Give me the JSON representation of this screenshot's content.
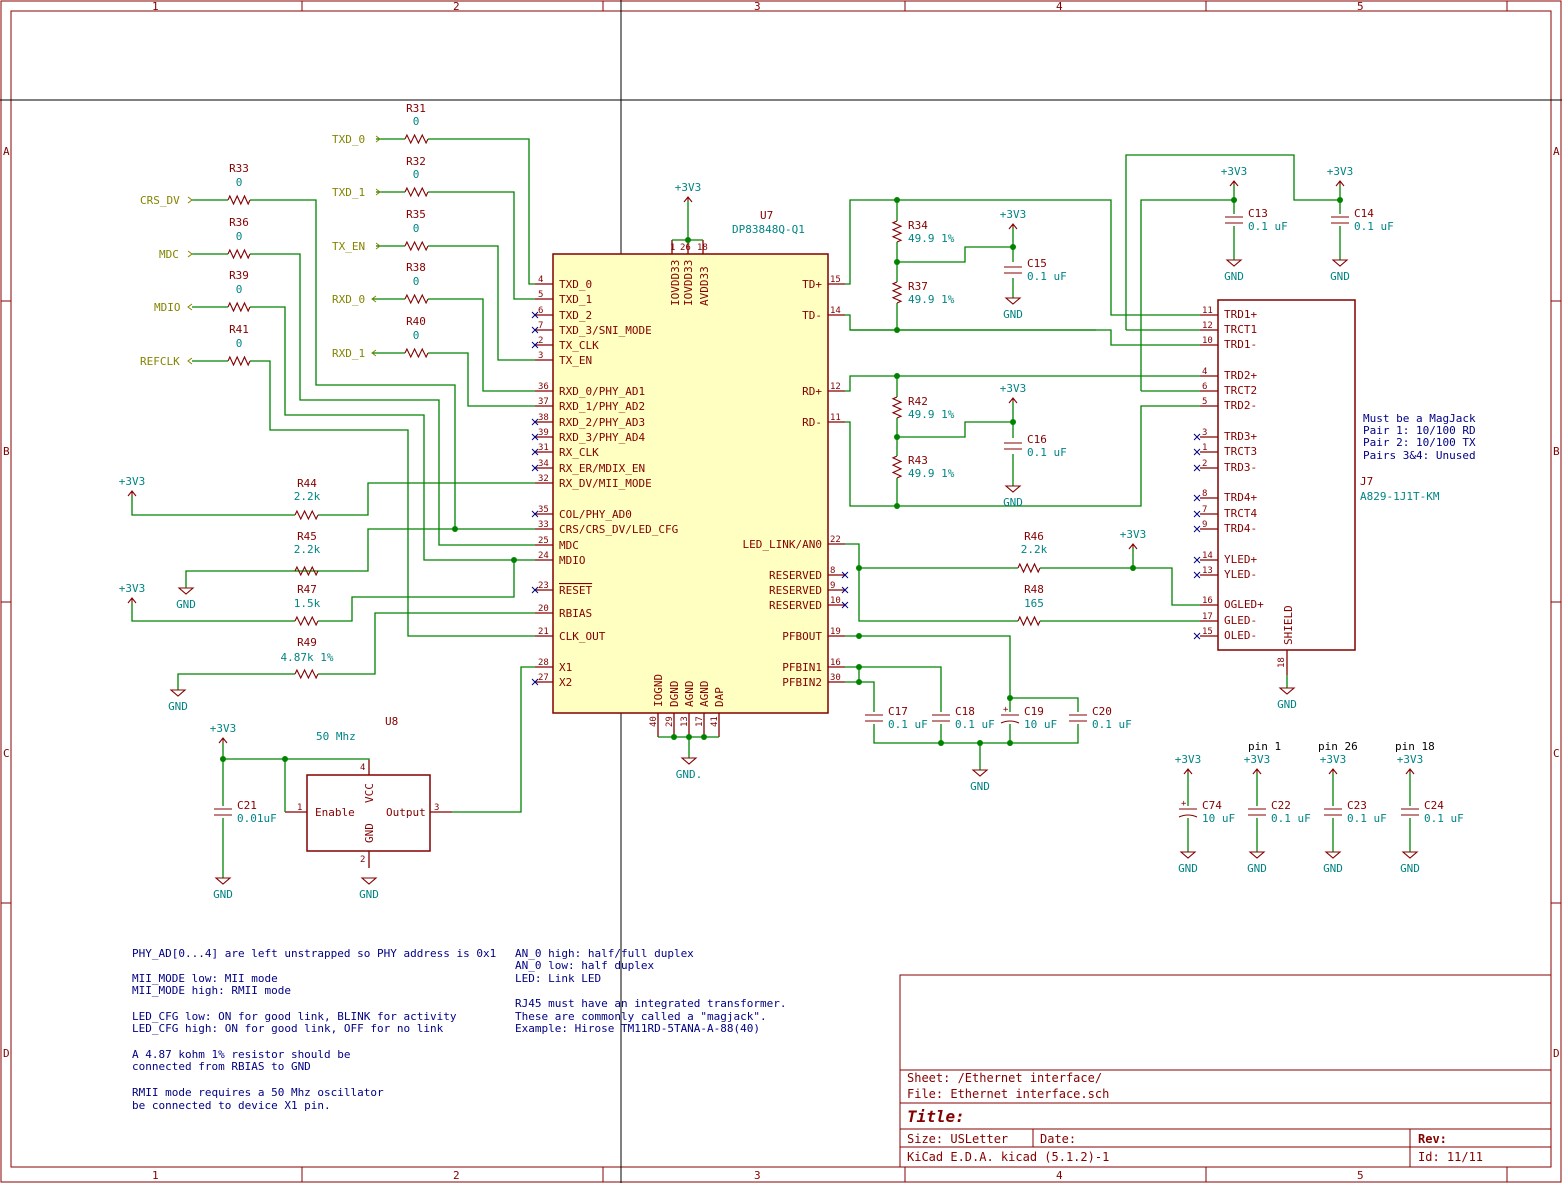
{
  "frame": {
    "columns": [
      "1",
      "2",
      "3",
      "4",
      "5"
    ],
    "rows": [
      "A",
      "B",
      "C",
      "D"
    ]
  },
  "title_block": {
    "sheet": "Sheet: /Ethernet interface/",
    "file": "File: Ethernet interface.sch",
    "title": "Title:",
    "size": "Size: USLetter",
    "date": "Date:",
    "rev": "Rev:",
    "kicad": "KiCad E.D.A.  kicad (5.1.2)-1",
    "id": "Id: 11/11"
  },
  "phy": {
    "ref": "U7",
    "value": "DP83848Q-Q1",
    "power_pins": [
      "IOVDD33",
      "IOVDD33",
      "AVDD33"
    ],
    "power_pin_nums": [
      "1",
      "26",
      "18"
    ],
    "gnd_pins": [
      "IOGND",
      "DGND",
      "AGND",
      "AGND",
      "DAP"
    ],
    "gnd_pin_nums": [
      "40",
      "29",
      "13",
      "17",
      "41"
    ],
    "left_pins": [
      {
        "num": "4",
        "name": "TXD_0"
      },
      {
        "num": "5",
        "name": "TXD_1"
      },
      {
        "num": "6",
        "name": "TXD_2"
      },
      {
        "num": "7",
        "name": "TXD_3/SNI_MODE"
      },
      {
        "num": "2",
        "name": "TX_CLK"
      },
      {
        "num": "3",
        "name": "TX_EN"
      },
      {
        "num": "36",
        "name": "RXD_0/PHY_AD1"
      },
      {
        "num": "37",
        "name": "RXD_1/PHY_AD2"
      },
      {
        "num": "38",
        "name": "RXD_2/PHY_AD3"
      },
      {
        "num": "39",
        "name": "RXD_3/PHY_AD4"
      },
      {
        "num": "31",
        "name": "RX_CLK"
      },
      {
        "num": "34",
        "name": "RX_ER/MDIX_EN"
      },
      {
        "num": "32",
        "name": "RX_DV/MII_MODE"
      },
      {
        "num": "35",
        "name": "COL/PHY_AD0"
      },
      {
        "num": "33",
        "name": "CRS/CRS_DV/LED_CFG"
      },
      {
        "num": "25",
        "name": "MDC"
      },
      {
        "num": "24",
        "name": "MDIO"
      },
      {
        "num": "23",
        "name": "RESET"
      },
      {
        "num": "20",
        "name": "RBIAS"
      },
      {
        "num": "21",
        "name": "CLK_OUT"
      },
      {
        "num": "28",
        "name": "X1"
      },
      {
        "num": "27",
        "name": "X2"
      }
    ],
    "right_pins": [
      {
        "num": "15",
        "name": "TD+"
      },
      {
        "num": "14",
        "name": "TD-"
      },
      {
        "num": "12",
        "name": "RD+"
      },
      {
        "num": "11",
        "name": "RD-"
      },
      {
        "num": "22",
        "name": "LED_LINK/AN0"
      },
      {
        "num": "8",
        "name": "RESERVED"
      },
      {
        "num": "9",
        "name": "RESERVED"
      },
      {
        "num": "10",
        "name": "RESERVED"
      },
      {
        "num": "19",
        "name": "PFBOUT"
      },
      {
        "num": "16",
        "name": "PFBIN1"
      },
      {
        "num": "30",
        "name": "PFBIN2"
      }
    ]
  },
  "jack": {
    "ref": "J7",
    "value": "A829-1J1T-KM",
    "shield": "SHIELD",
    "shield_num": "18",
    "pins": [
      {
        "num": "11",
        "name": "TRD1+"
      },
      {
        "num": "12",
        "name": "TRCT1"
      },
      {
        "num": "10",
        "name": "TRD1-"
      },
      {
        "num": "4",
        "name": "TRD2+"
      },
      {
        "num": "6",
        "name": "TRCT2"
      },
      {
        "num": "5",
        "name": "TRD2-"
      },
      {
        "num": "3",
        "name": "TRD3+"
      },
      {
        "num": "1",
        "name": "TRCT3"
      },
      {
        "num": "2",
        "name": "TRD3-"
      },
      {
        "num": "8",
        "name": "TRD4+"
      },
      {
        "num": "7",
        "name": "TRCT4"
      },
      {
        "num": "9",
        "name": "TRD4-"
      },
      {
        "num": "14",
        "name": "YLED+"
      },
      {
        "num": "13",
        "name": "YLED-"
      },
      {
        "num": "16",
        "name": "OGLED+"
      },
      {
        "num": "17",
        "name": "GLED-"
      },
      {
        "num": "15",
        "name": "OLED-"
      }
    ],
    "note": [
      "Must be a MagJack",
      "Pair 1: 10/100 RD",
      "Pair 2: 10/100 TX",
      "Pairs 3&4: Unused"
    ]
  },
  "osc": {
    "ref": "U8",
    "value": "50 Mhz",
    "pin_enable": "Enable",
    "pin_output": "Output",
    "pin_vcc": "VCC",
    "pin_gnd": "GND",
    "num_vcc": "4",
    "num_enable": "1",
    "num_output": "3",
    "num_gnd": "2"
  },
  "net_labels": [
    "TXD_0",
    "TXD_1",
    "TX_EN",
    "RXD_0",
    "RXD_1",
    "CRS_DV",
    "MDC",
    "MDIO",
    "REFCLK"
  ],
  "resistors": [
    {
      "ref": "R31",
      "value": "0"
    },
    {
      "ref": "R32",
      "value": "0"
    },
    {
      "ref": "R35",
      "value": "0"
    },
    {
      "ref": "R38",
      "value": "0"
    },
    {
      "ref": "R40",
      "value": "0"
    },
    {
      "ref": "R33",
      "value": "0"
    },
    {
      "ref": "R36",
      "value": "0"
    },
    {
      "ref": "R39",
      "value": "0"
    },
    {
      "ref": "R41",
      "value": "0"
    },
    {
      "ref": "R44",
      "value": "2.2k"
    },
    {
      "ref": "R45",
      "value": "2.2k"
    },
    {
      "ref": "R47",
      "value": "1.5k"
    },
    {
      "ref": "R49",
      "value": "4.87k 1%"
    },
    {
      "ref": "R34",
      "value": "49.9 1%"
    },
    {
      "ref": "R37",
      "value": "49.9 1%"
    },
    {
      "ref": "R42",
      "value": "49.9 1%"
    },
    {
      "ref": "R43",
      "value": "49.9 1%"
    },
    {
      "ref": "R46",
      "value": "2.2k"
    },
    {
      "ref": "R48",
      "value": "165"
    }
  ],
  "capacitors": [
    {
      "ref": "C13",
      "value": "0.1 uF"
    },
    {
      "ref": "C14",
      "value": "0.1 uF"
    },
    {
      "ref": "C15",
      "value": "0.1 uF"
    },
    {
      "ref": "C16",
      "value": "0.1 uF"
    },
    {
      "ref": "C17",
      "value": "0.1 uF"
    },
    {
      "ref": "C18",
      "value": "0.1 uF"
    },
    {
      "ref": "C19",
      "value": "10 uF"
    },
    {
      "ref": "C20",
      "value": "0.1 uF"
    },
    {
      "ref": "C21",
      "value": "0.01uF"
    },
    {
      "ref": "C74",
      "value": "10 uF"
    },
    {
      "ref": "C22",
      "value": "0.1 uF"
    },
    {
      "ref": "C23",
      "value": "0.1 uF"
    },
    {
      "ref": "C24",
      "value": "0.1 uF"
    }
  ],
  "power": {
    "vcc": "+3V3",
    "gnd": "GND",
    "gnd_dot": "GND."
  },
  "decoupling_labels": [
    "pin 1",
    "pin 26",
    "pin 18"
  ],
  "notes_left": [
    "PHY_AD[0...4] are left unstrapped so PHY address is 0x1",
    "",
    "MII_MODE low: MII mode",
    "MII_MODE high: RMII mode",
    "",
    "LED_CFG low: ON for good link, BLINK for activity",
    "LED_CFG high: ON for good link, OFF for no link",
    "",
    "A 4.87 kohm 1% resistor should be",
    "connected from RBIAS to GND",
    "",
    "RMII mode requires a 50 Mhz oscillator",
    "be connected to device X1 pin."
  ],
  "notes_mid": [
    "AN_0 high: half/full duplex",
    "AN_0 low: half duplex",
    "LED: Link LED",
    "",
    "RJ45 must have an integrated transformer.",
    "These are commonly called a \"magjack\".",
    "Example: Hirose TM11RD-5TANA-A-88(40)"
  ]
}
